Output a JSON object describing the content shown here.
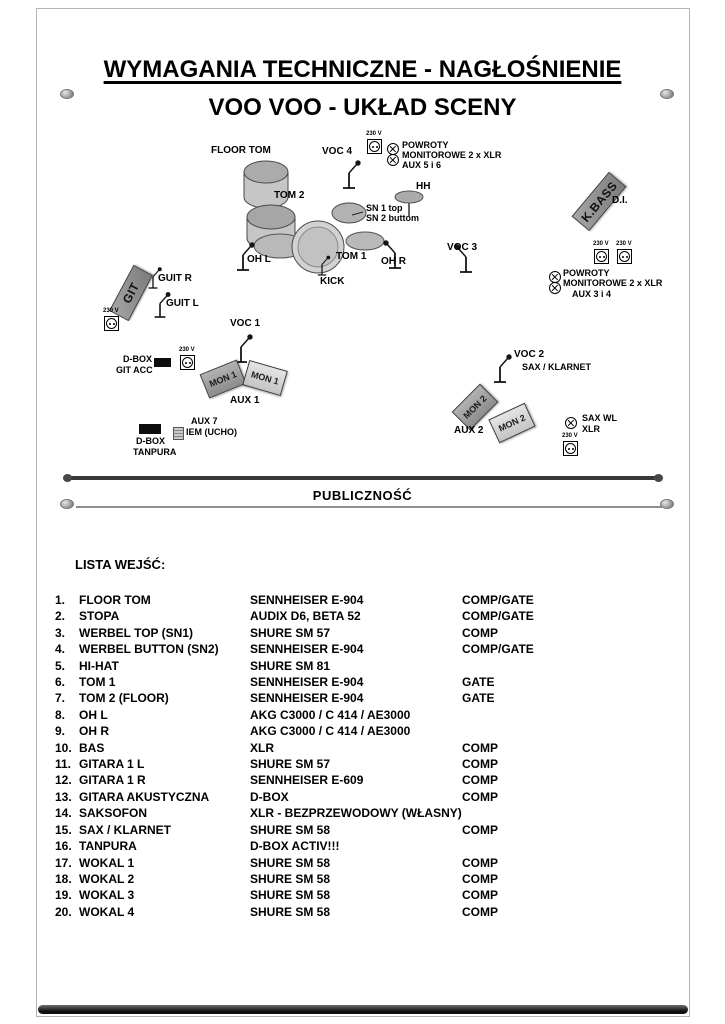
{
  "page": {
    "title": "WYMAGANIA TECHNICZNE - NAGŁOŚNIENIE",
    "subtitle": "VOO VOO - UKŁAD SCENY",
    "audience_label": "PUBLICZNOŚĆ"
  },
  "diagram": {
    "labels": {
      "floor_tom": "FLOOR TOM",
      "voc1": "VOC 1",
      "voc2": "VOC 2",
      "voc3": "VOC 3",
      "voc4": "VOC 4",
      "powroty": "POWROTY",
      "monitorowe": "MONITOROWE 2 x XLR",
      "aux56": "AUX 5 i 6",
      "aux34": "AUX 3 i 4",
      "aux1": "AUX 1",
      "aux2": "AUX 2",
      "aux7": "AUX 7",
      "hh": "HH",
      "tom1": "TOM 1",
      "tom2": "TOM 2",
      "sn1": "SN 1 top",
      "sn2": "SN 2 buttom",
      "kbass": "K.BASS",
      "di": "D.I.",
      "ohl": "OH L",
      "ohr": "OH R",
      "kick": "KICK",
      "git": "GIT",
      "guit_r": "GUIT R",
      "guit_l": "GUIT L",
      "dbox": "D-BOX",
      "git_acc": "GIT ACC",
      "mon1": "MON 1",
      "mon2": "MON 2",
      "sax_klarnet": "SAX / KLARNET",
      "sax_wl": "SAX WL",
      "xlr": "XLR",
      "iem": "IEM (UCHO)",
      "tanpura": "TANPURA",
      "v230": "230 V"
    }
  },
  "input_list": {
    "heading": "LISTA WEJŚĆ:",
    "rows": [
      {
        "no": "1.",
        "name": "FLOOR TOM",
        "mic": "SENNHEISER E-904",
        "proc": "COMP/GATE"
      },
      {
        "no": "2.",
        "name": "STOPA",
        "mic": "AUDIX D6, BETA 52",
        "proc": "COMP/GATE"
      },
      {
        "no": "3.",
        "name": "WERBEL TOP (SN1)",
        "mic": "SHURE SM 57",
        "proc": "COMP"
      },
      {
        "no": "4.",
        "name": "WERBEL BUTTON (SN2)",
        "mic": "SENNHEISER E-904",
        "proc": "COMP/GATE"
      },
      {
        "no": "5.",
        "name": "HI-HAT",
        "mic": "SHURE SM 81",
        "proc": ""
      },
      {
        "no": "6.",
        "name": "TOM 1",
        "mic": "SENNHEISER E-904",
        "proc": "GATE"
      },
      {
        "no": "7.",
        "name": "TOM 2  (FLOOR)",
        "mic": "SENNHEISER E-904",
        "proc": "GATE"
      },
      {
        "no": "8.",
        "name": "OH L",
        "mic": "AKG C3000 / C 414 / AE3000",
        "proc": ""
      },
      {
        "no": "9.",
        "name": "OH R",
        "mic": "AKG C3000 / C 414 / AE3000",
        "proc": ""
      },
      {
        "no": "10.",
        "name": "BAS",
        "mic": "XLR",
        "proc": "COMP"
      },
      {
        "no": "11.",
        "name": "GITARA 1 L",
        "mic": "SHURE SM 57",
        "proc": "COMP"
      },
      {
        "no": "12.",
        "name": "GITARA 1 R",
        "mic": "SENNHEISER E-609",
        "proc": "COMP"
      },
      {
        "no": "13.",
        "name": "GITARA AKUSTYCZNA",
        "mic": "D-BOX",
        "proc": "COMP"
      },
      {
        "no": "14.",
        "name": "SAKSOFON",
        "mic": "XLR - BEZPRZEWODOWY (WŁASNY)",
        "proc": ""
      },
      {
        "no": "15.",
        "name": "SAX / KLARNET",
        "mic": "SHURE SM 58",
        "proc": "COMP"
      },
      {
        "no": "16.",
        "name": "TANPURA",
        "mic": "D-BOX ACTIV!!!",
        "proc": ""
      },
      {
        "no": "17.",
        "name": "WOKAL 1",
        "mic": "SHURE SM 58",
        "proc": "COMP"
      },
      {
        "no": "18.",
        "name": "WOKAL 2",
        "mic": "SHURE SM 58",
        "proc": "COMP"
      },
      {
        "no": "19.",
        "name": "WOKAL 3",
        "mic": "SHURE SM 58",
        "proc": "COMP"
      },
      {
        "no": "20.",
        "name": "WOKAL 4",
        "mic": "SHURE SM 58",
        "proc": "COMP"
      }
    ]
  }
}
